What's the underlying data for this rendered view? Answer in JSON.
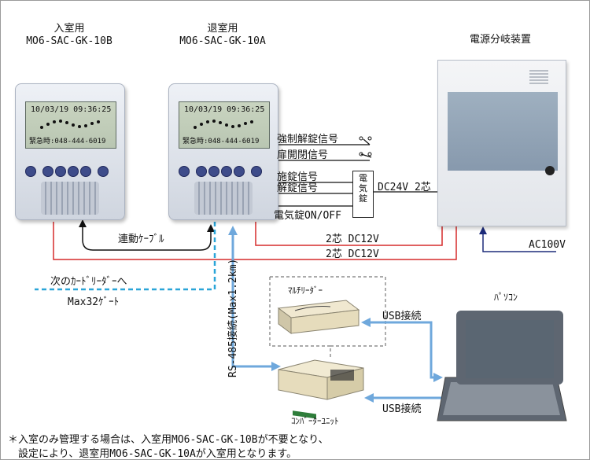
{
  "devices": {
    "entry": {
      "label": "入室用",
      "model": "MO6-SAC-GK-10B"
    },
    "exit": {
      "label": "退室用",
      "model": "MO6-SAC-GK-10A"
    },
    "screen": {
      "time": "10/03/19 09:36:25",
      "emergency": "緊急時:048-444-6019"
    }
  },
  "power_unit": {
    "label": "電源分岐装置"
  },
  "signals": {
    "force_release": "強制解錠信号",
    "door_open_close": "扉開閉信号",
    "lock": "施錠信号",
    "unlock": "解錠信号",
    "electric_lock_onoff": "電気錠ON/OFF",
    "electric_lock_box": "電気錠",
    "dc24": "DC24V 2芯"
  },
  "wiring": {
    "link_cable": "連動ｹｰﾌﾞﾙ",
    "two_core_dc12_a": "2芯 DC12V",
    "two_core_dc12_b": "2芯 DC12V",
    "ac100": "AC100V",
    "next_reader": "次のｶｰﾄﾞﾘｰﾀﾞｰへ",
    "max_gates": "Max32ｹﾞｰﾄ",
    "rs485": "RS-485接続(Max1.2km)"
  },
  "multi_reader": {
    "label": "ﾏﾙﾁﾘｰﾀﾞｰ"
  },
  "converter": {
    "label": "ｺﾝﾊﾞｰﾀｰﾕﾆｯﾄ"
  },
  "pc": {
    "label": "ﾊﾟｿｺﾝ"
  },
  "usb": {
    "a": "USB接続",
    "b": "USB接続"
  },
  "notes": {
    "line1": "＊入室のみ管理する場合は、入室用MO6-SAC-GK-10Bが不要となり、",
    "line2": "　設定により、退室用MO6-SAC-GK-10Aが入室用となります。"
  },
  "colors": {
    "red_wire": "#d62b2b",
    "navy_wire": "#1d2b7a",
    "blue_wire": "#6fa8dc",
    "cyan_dash": "#2aa5d8"
  }
}
